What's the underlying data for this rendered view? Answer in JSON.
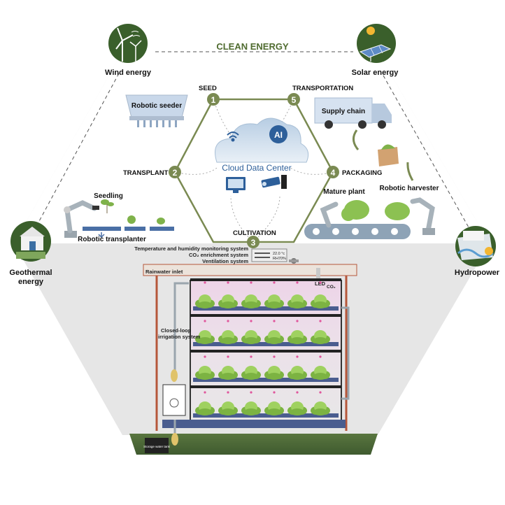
{
  "header": {
    "clean_energy": "CLEAN ENERGY"
  },
  "energy": {
    "wind": "Wind energy",
    "solar": "Solar energy",
    "geothermal_line1": "Geothermal",
    "geothermal_line2": "energy",
    "hydropower": "Hydropower"
  },
  "steps": [
    {
      "number": "1",
      "label": "SEED"
    },
    {
      "number": "2",
      "label": "TRANSPLANT"
    },
    {
      "number": "3",
      "label": "CULTIVATION"
    },
    {
      "number": "4",
      "label": "PACKAGING"
    },
    {
      "number": "5",
      "label": "TRANSPORTATION"
    }
  ],
  "cloud": {
    "title": "Cloud Data Center",
    "ai_badge": "AI"
  },
  "labels": {
    "robotic_seeder": "Robotic seeder",
    "supply_chain": "Supply chain",
    "seedling": "Seedling",
    "robotic_transplanter": "Robotic transplanter",
    "mature_plant": "Mature plant",
    "robotic_harvester": "Robotic harvester",
    "temp_humidity": "Temperature and humidity monitoring system",
    "co2_enrichment": "CO₂ enrichment system",
    "ventilation": "Ventilation system",
    "rainwater_inlet": "Rainwater inlet",
    "led": "LED",
    "co2": "CO₂",
    "closed_loop_1": "Closed-loop",
    "closed_loop_2": "irrigation system",
    "storage_tank": "Storage water tank",
    "temp_readout": "22.0 °c",
    "humidity_readout": "RH70%"
  },
  "colors": {
    "olive": "#7a8a52",
    "dark_green": "#2f5a2a",
    "frame_red": "#b5573a",
    "tray_blue": "#4a5d8f",
    "ground": "#4f6b3a",
    "hex_fill": "#e3e3e3"
  }
}
